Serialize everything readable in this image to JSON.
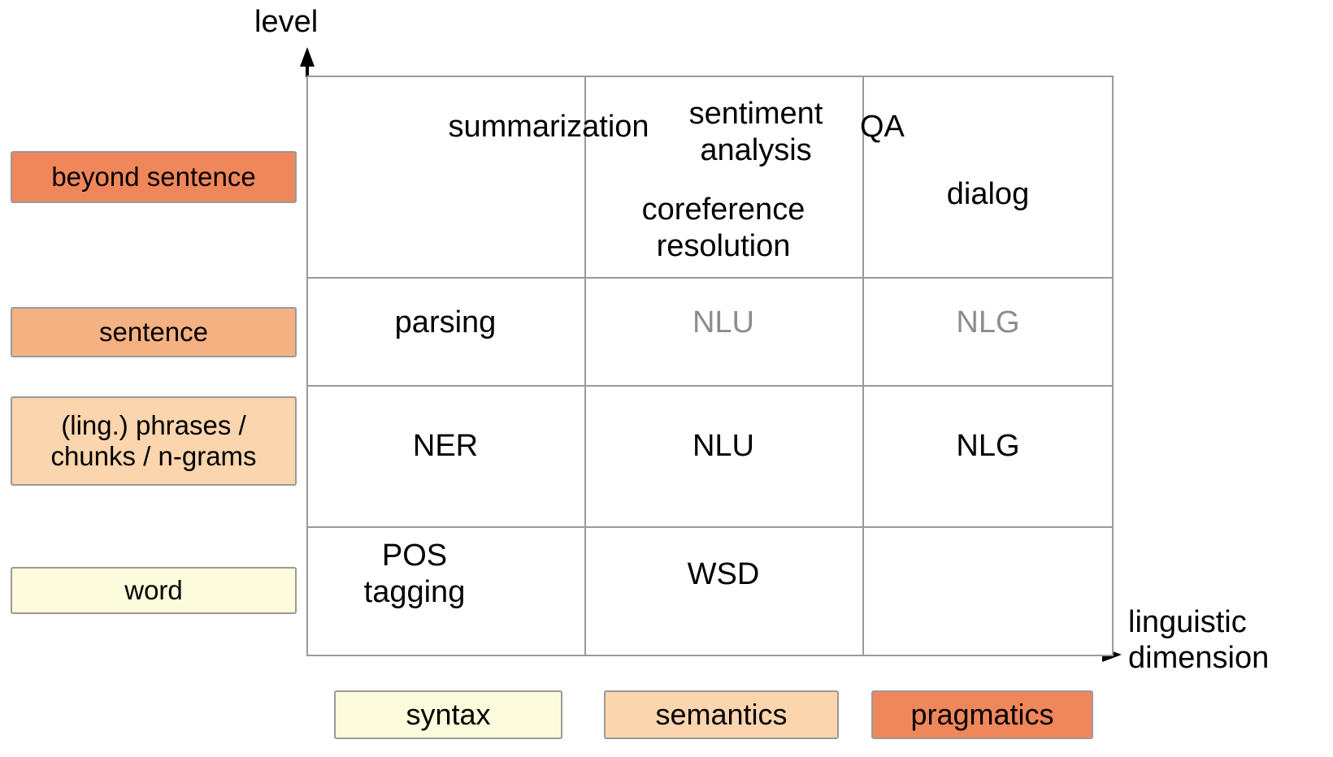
{
  "axes": {
    "y_label": "level",
    "x_label": "linguistic\ndimension"
  },
  "colors": {
    "grid_line": "#9a9a9a",
    "highlight_ellipse": "#ef4a3c",
    "tier_beyond_sentence": "#f0875a",
    "tier_sentence": "#f6b183",
    "tier_phrases": "#fbd5ad",
    "tier_word": "#fcfbdb",
    "muted_text": "#8d8d8d"
  },
  "row_labels": [
    {
      "id": "beyond-sentence",
      "label": "beyond sentence",
      "color": "#f0875a"
    },
    {
      "id": "sentence",
      "label": "sentence",
      "color": "#f6b183"
    },
    {
      "id": "phrases",
      "label": "(ling.) phrases /\nchunks / n-grams",
      "color": "#fbd5ad"
    },
    {
      "id": "word",
      "label": "word",
      "color": "#fcfbdb"
    }
  ],
  "column_labels": [
    {
      "id": "syntax",
      "label": "syntax",
      "color": "#fcfbdb"
    },
    {
      "id": "semantics",
      "label": "semantics",
      "color": "#fbd5ad"
    },
    {
      "id": "pragmatics",
      "label": "pragmatics",
      "color": "#f0875a"
    }
  ],
  "cells": {
    "summarization": "summarization",
    "sentiment_analysis": "sentiment\nanalysis",
    "qa": "QA",
    "dialog": "dialog",
    "coreference": "coreference\nresolution",
    "parsing": "parsing",
    "nlu_sentence": "NLU",
    "nlg_sentence": "NLG",
    "ner": "NER",
    "nlu_phrase": "NLU",
    "nlg_phrase": "NLG",
    "pos_tagging": "POS\ntagging",
    "wsd": "WSD"
  },
  "chart_data": {
    "type": "table",
    "title": "",
    "xlabel": "linguistic dimension",
    "ylabel": "level",
    "columns": [
      "syntax",
      "semantics",
      "pragmatics"
    ],
    "rows": [
      "beyond sentence",
      "sentence",
      "(ling.) phrases / chunks / n-grams",
      "word"
    ],
    "matrix": [
      [
        [
          "summarization"
        ],
        [
          "sentiment analysis",
          "coreference resolution"
        ],
        [
          "QA",
          "dialog"
        ]
      ],
      [
        [
          "parsing"
        ],
        [
          "NLU"
        ],
        [
          "NLG"
        ]
      ],
      [
        [
          "NER"
        ],
        [
          "NLU"
        ],
        [
          "NLG"
        ]
      ],
      [
        [
          "POS tagging"
        ],
        [
          "WSD"
        ],
        []
      ]
    ],
    "muted_entries": [
      "NLU (sentence row)",
      "NLG (sentence row)"
    ],
    "annotations": [
      {
        "type": "ellipse",
        "target": "sentiment analysis",
        "color": "#ef4a3c"
      }
    ],
    "grid": true,
    "legend": "bottom"
  }
}
